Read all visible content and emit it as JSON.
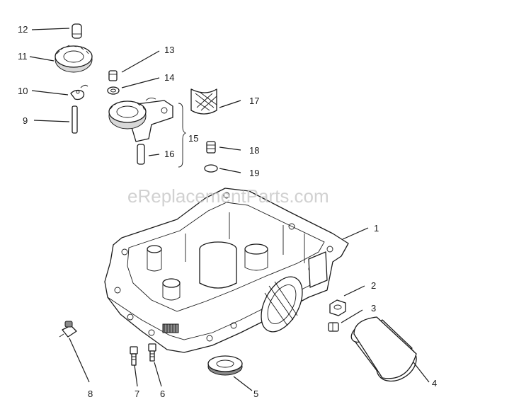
{
  "watermark": "eReplacementParts.com",
  "callouts": [
    {
      "id": "1",
      "label": "1"
    },
    {
      "id": "2",
      "label": "2"
    },
    {
      "id": "3",
      "label": "3"
    },
    {
      "id": "4",
      "label": "4"
    },
    {
      "id": "5",
      "label": "5"
    },
    {
      "id": "6",
      "label": "6"
    },
    {
      "id": "7",
      "label": "7"
    },
    {
      "id": "8",
      "label": "8"
    },
    {
      "id": "9",
      "label": "9"
    },
    {
      "id": "10",
      "label": "10"
    },
    {
      "id": "11",
      "label": "11"
    },
    {
      "id": "12",
      "label": "12"
    },
    {
      "id": "13",
      "label": "13"
    },
    {
      "id": "14",
      "label": "14"
    },
    {
      "id": "15",
      "label": "15"
    },
    {
      "id": "16",
      "label": "16"
    },
    {
      "id": "17",
      "label": "17"
    },
    {
      "id": "18",
      "label": "18"
    },
    {
      "id": "19",
      "label": "19"
    }
  ]
}
